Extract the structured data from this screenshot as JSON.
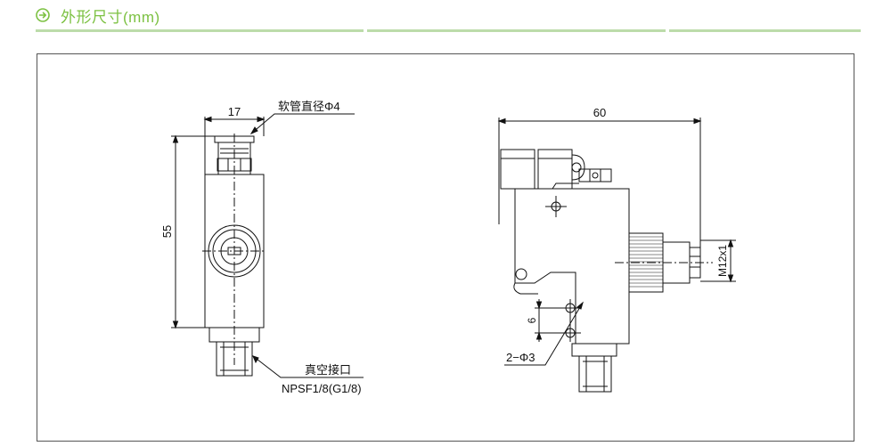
{
  "header": {
    "title": "外形尺寸(mm)",
    "accent_color": "#7cc142",
    "icon": "arrow-circle-right-icon"
  },
  "drawing": {
    "front_view": {
      "dim_width": "17",
      "dim_height": "55",
      "hose_label": "软管直径Φ4",
      "vacuum_label": "真空接口",
      "vacuum_spec": "NPSF1/8(G1/8)"
    },
    "side_view": {
      "dim_length": "60",
      "dim_thread": "M12x1",
      "dim_hole_spacing": "6",
      "hole_label": "2−Φ3"
    }
  }
}
